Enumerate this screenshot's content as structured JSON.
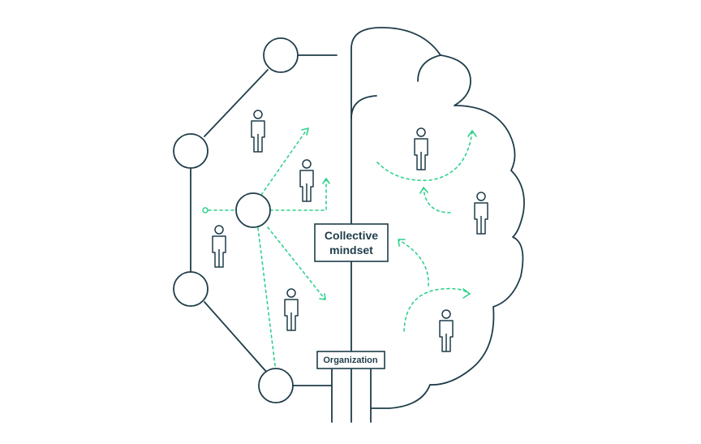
{
  "center_label_lines": [
    "Collective",
    "mindset"
  ],
  "bottom_label": "Organization",
  "colors": {
    "outline": "#1f3d4a",
    "accent": "#2fd18b",
    "background": "#ffffff"
  },
  "icons": {
    "network_node": "circle-node-icon",
    "person": "person-icon"
  }
}
